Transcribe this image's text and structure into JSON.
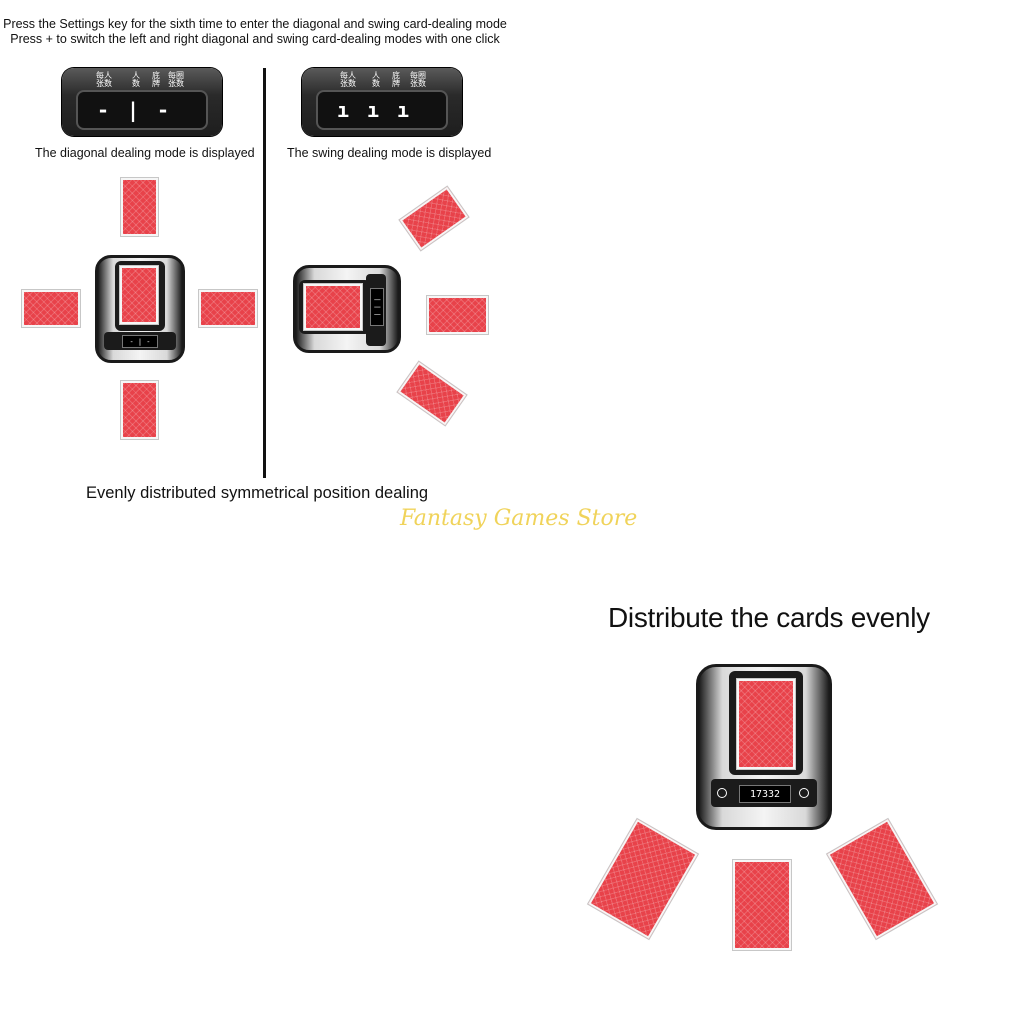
{
  "instructions": {
    "line1": "Press the Settings key for the sixth time to enter the diagonal and swing card-dealing mode",
    "line2": "Press + to switch the left and right diagonal and swing card-dealing modes with one click"
  },
  "panels": {
    "labels": [
      "每人\n张数",
      "人\n数",
      "底\n牌",
      "每圈\n张数"
    ],
    "diagonal": {
      "digits": "-|-",
      "caption": "The diagonal dealing mode is displayed"
    },
    "swing": {
      "digits": "ııı",
      "caption": "The swing dealing mode is displayed"
    }
  },
  "left_caption": "Evenly distributed symmetrical position dealing",
  "watermark": "Fantasy Games Store",
  "bottom": {
    "title": "Distribute the cards evenly",
    "display_value": "17332"
  },
  "colors": {
    "card_red": "#e8424a",
    "watermark": "#f0d35a",
    "panel_dark": "#1e1e1e"
  }
}
